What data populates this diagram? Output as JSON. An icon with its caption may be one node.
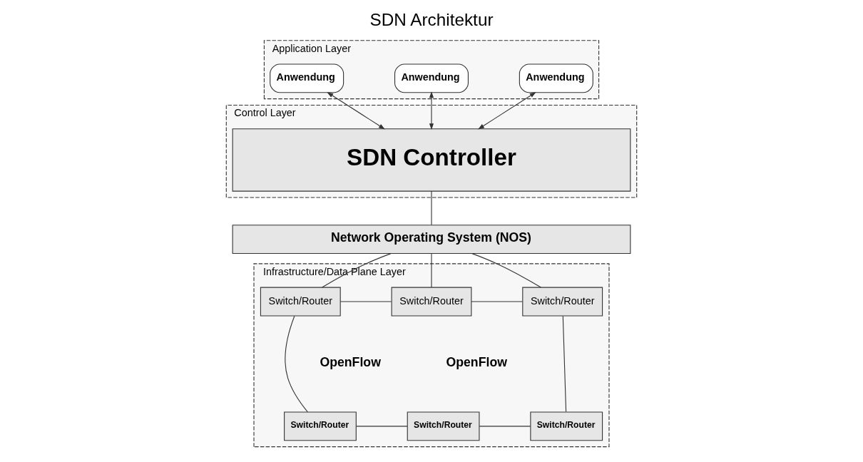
{
  "diagram": {
    "title": "SDN Architektur",
    "nodes": [
      {
        "text": [
          "Application Layer"
        ]
      },
      {
        "text": [
          "Anwendung"
        ],
        "in": 0
      },
      {
        "text": [
          "Anwendung"
        ],
        "in": 0
      },
      {
        "text": [
          "Anwendung"
        ],
        "in": 0
      },
      {
        "text": [
          "Control Layer"
        ]
      },
      {
        "text": [
          "SDN Controller"
        ],
        "in": 4
      },
      {
        "text": [
          "Network Operating System (NOS)"
        ]
      },
      {
        "text": [
          "Infrastructure/Data Plane Layer"
        ]
      },
      {
        "text": [
          "Switch/Router"
        ],
        "in": 7
      },
      {
        "text": [
          "Switch/Router"
        ],
        "in": 7
      },
      {
        "text": [
          "Switch/Router"
        ],
        "in": 7
      },
      {
        "text": [
          "Switch/Router"
        ],
        "in": 7
      },
      {
        "text": [
          "Switch/Router"
        ],
        "in": 7
      },
      {
        "text": [
          "Switch/Router"
        ],
        "in": 7
      }
    ],
    "edges": [
      {
        "from": 1,
        "to": 5,
        "arrow": "both"
      },
      {
        "from": 2,
        "to": 5,
        "arrow": "both"
      },
      {
        "from": 3,
        "to": 5,
        "arrow": "both"
      },
      {
        "from": 5,
        "to": 6,
        "arrow": "none"
      },
      {
        "from": 6,
        "to": 8,
        "arrow": "none"
      },
      {
        "from": 6,
        "to": 9,
        "arrow": "none"
      },
      {
        "from": 6,
        "to": 10,
        "arrow": "none"
      },
      {
        "from": 8,
        "to": 9,
        "arrow": "none"
      },
      {
        "from": 9,
        "to": 10,
        "arrow": "none"
      },
      {
        "from": 8,
        "to": 11,
        "arrow": "none"
      },
      {
        "from": 10,
        "to": 13,
        "arrow": "none"
      },
      {
        "from": 11,
        "to": 12,
        "arrow": "none"
      },
      {
        "from": 12,
        "to": 13,
        "arrow": "none"
      }
    ],
    "labels": [
      "OpenFlow",
      "OpenFlow"
    ]
  }
}
